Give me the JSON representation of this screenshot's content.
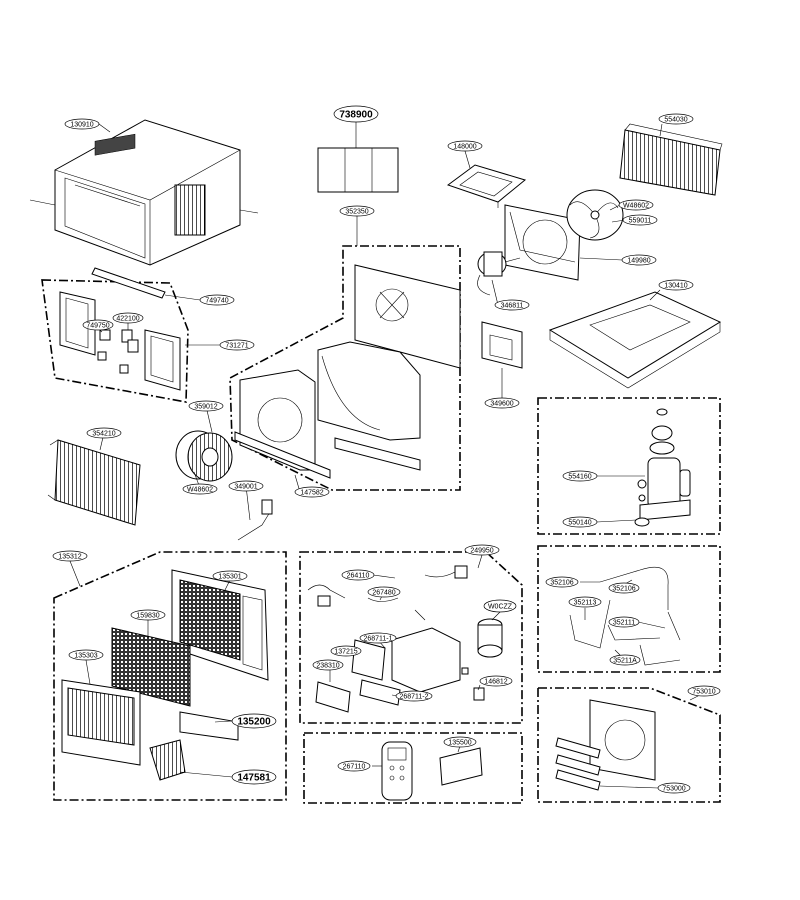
{
  "parts": {
    "p130910": "130910",
    "p738900": "738900",
    "p554030": "554030",
    "p148000": "148000",
    "p352350": "352350",
    "pW48602a": "W48602",
    "p559011": "559011",
    "p149980": "149980",
    "p346811": "346811",
    "p130410": "130410",
    "p749740": "749740",
    "p749750": "749750",
    "p422100": "422100",
    "p731271": "731271",
    "p349600": "349600",
    "p359012": "359012",
    "p354210": "354210",
    "pW48602b": "W48602",
    "p349001": "349001",
    "p147582": "147582",
    "p554160": "554160",
    "p550140": "550140",
    "p135312": "135312",
    "p135301": "135301",
    "p159830": "159830",
    "p135303": "135303",
    "p135200": "135200",
    "p147581": "147581",
    "p249950": "249950",
    "p264110": "264110",
    "p267480": "267480",
    "pW0CZZ": "W0CZZ",
    "p137215": "137215",
    "p268711_1": "268711-1",
    "p238310": "238310",
    "p268711_2": "268711-2",
    "p146812": "146812",
    "p267110": "267110",
    "p135500": "135500",
    "p352106a": "352106",
    "p352106b": "352106",
    "p352113": "352113",
    "p352111": "352111",
    "p35211A": "35211A",
    "p753010": "753010",
    "p753000": "753000"
  }
}
